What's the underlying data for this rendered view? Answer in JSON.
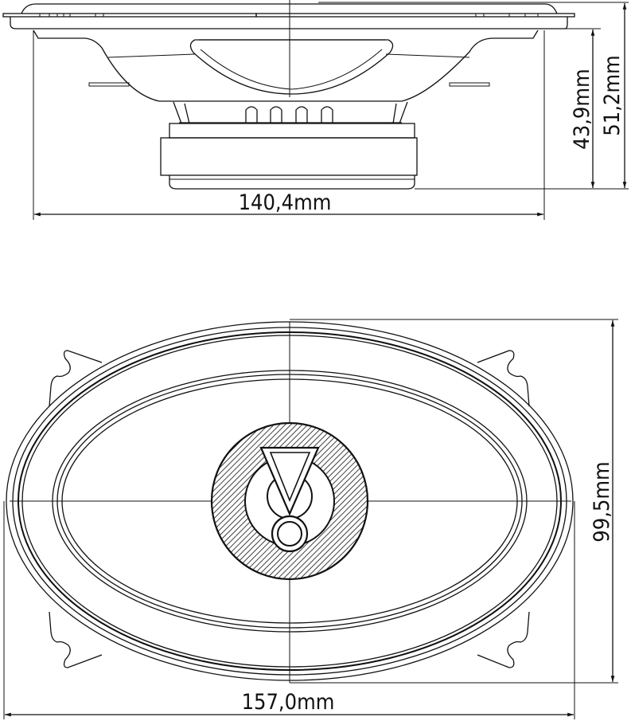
{
  "drawing": {
    "subject": "oval coaxial car speaker technical drawing",
    "colors": {
      "line": "#111111",
      "background": "#ffffff"
    },
    "side_view": {
      "name": "side-profile-view",
      "dimensions": {
        "mounting_depth": {
          "value": 43.9,
          "unit": "mm",
          "label": "43,9mm",
          "orientation": "vertical"
        },
        "total_depth": {
          "value": 51.2,
          "unit": "mm",
          "label": "51,2mm",
          "orientation": "vertical"
        },
        "basket_width": {
          "value": 140.4,
          "unit": "mm",
          "label": "140,4mm",
          "orientation": "horizontal"
        }
      },
      "terminal_count": 4
    },
    "front_view": {
      "name": "front-face-view",
      "dimensions": {
        "height": {
          "value": 99.5,
          "unit": "mm",
          "label": "99,5mm",
          "orientation": "vertical"
        },
        "width": {
          "value": 157.0,
          "unit": "mm",
          "label": "157,0mm",
          "orientation": "horizontal"
        }
      },
      "mounting_tabs": 4,
      "center_emblem": "hatched disc with inverted triangle and circles"
    }
  }
}
